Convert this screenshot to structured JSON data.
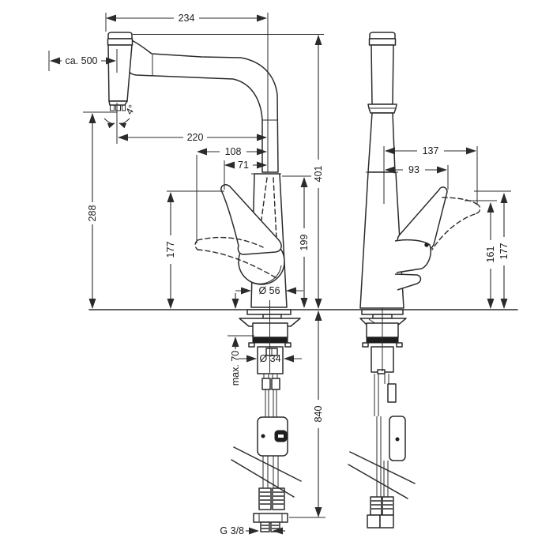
{
  "drawing": {
    "type": "faucet-installation-dimension-diagram",
    "colors": {
      "background": "#ffffff",
      "line": "#2b2b2b",
      "seal_band": "#1d1d1d"
    },
    "dims": {
      "spout_width_top": "234",
      "hose_pullout_length": "ca. 500",
      "swivel_angle": "4°",
      "spout_reach": "220",
      "handle_reach": "108",
      "handle_front": "71",
      "total_height": "401",
      "spout_underside_height": "199",
      "outlet_height": "288",
      "handle_height_front": "177",
      "base_diameter": "Ø 56",
      "shank_diameter": "Ø 34",
      "max_counter_thickness": "max. 70",
      "hose_overall_length": "840",
      "supply_thread": "G 3/8",
      "side_reach_open": "137",
      "side_reach_closed": "93",
      "side_handle_low": "161",
      "side_handle_high": "177"
    }
  }
}
